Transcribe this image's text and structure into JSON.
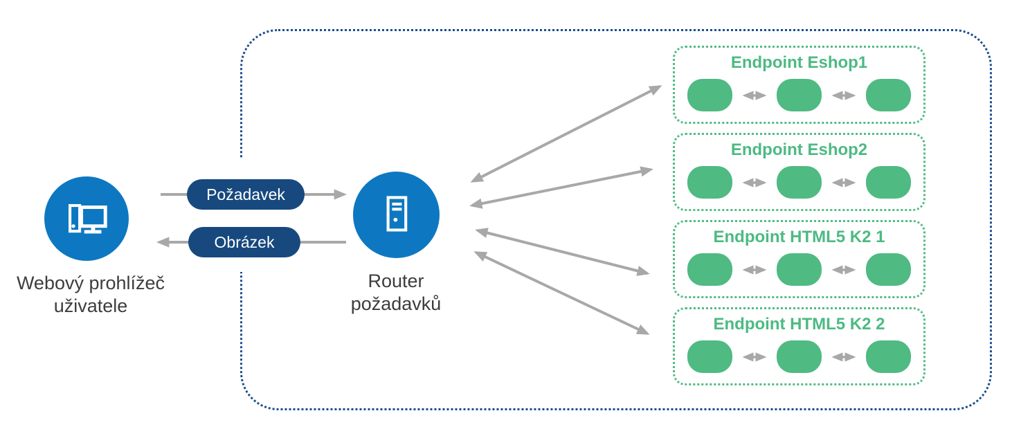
{
  "nodes": {
    "browser": {
      "label": [
        "Webový prohlížeč",
        "uživatele"
      ]
    },
    "router": {
      "label": [
        "Router",
        "požadavků"
      ]
    }
  },
  "flows": {
    "request_label": "Požadavek",
    "response_label": "Obrázek"
  },
  "endpoints": [
    {
      "title": "Endpoint Eshop1"
    },
    {
      "title": "Endpoint Eshop2"
    },
    {
      "title": "Endpoint HTML5 K2 1"
    },
    {
      "title": "Endpoint HTML5 K2 2"
    }
  ],
  "icons": {
    "browser": "desktop-computer-icon",
    "router": "server-tower-icon",
    "links": "bidirectional-arrow-icon"
  },
  "colors": {
    "node_blue": "#0d78c1",
    "pill_navy": "#17497e",
    "endpoint_green": "#4fba82",
    "boundary_blue": "#1b4e8e",
    "arrow_gray": "#a8a8a8",
    "label_text": "#3d3d3d"
  }
}
